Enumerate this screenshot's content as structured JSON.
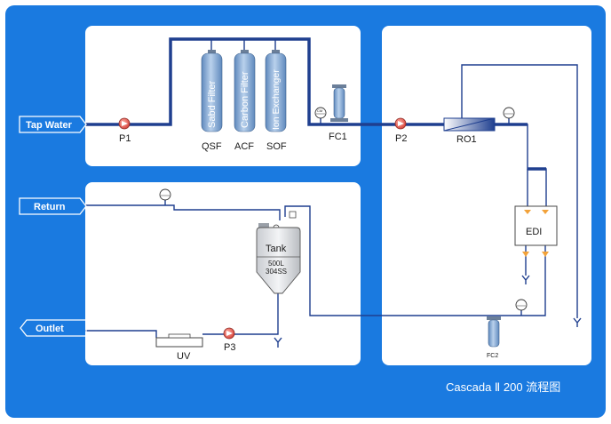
{
  "colors": {
    "frame": "#1a7ae0",
    "panel": "#ffffff",
    "pipe": "#1f3f8f",
    "vessel": "#8fb3d9",
    "pump": "#e05a5a",
    "valve": "#f2a23a"
  },
  "tags": {
    "tap_water": "Tap Water",
    "return": "Return",
    "outlet": "Outlet"
  },
  "filters": {
    "qsf": {
      "name": "Sabd Filter",
      "code": "QSF"
    },
    "acf": {
      "name": "Carbon Filter",
      "code": "ACF"
    },
    "sof": {
      "name": "Ion Exchanger",
      "code": "SOF"
    }
  },
  "labels": {
    "p1": "P1",
    "p2": "P2",
    "p3": "P3",
    "fc1": "FC1",
    "fc2": "FC2",
    "ro1": "RO1",
    "edi": "EDI",
    "uv": "UV"
  },
  "tank": {
    "name": "Tank",
    "volume": "500L",
    "material": "304SS"
  },
  "gauge_label": "CM",
  "footer_title": "Cascada Ⅱ 200 流程图"
}
